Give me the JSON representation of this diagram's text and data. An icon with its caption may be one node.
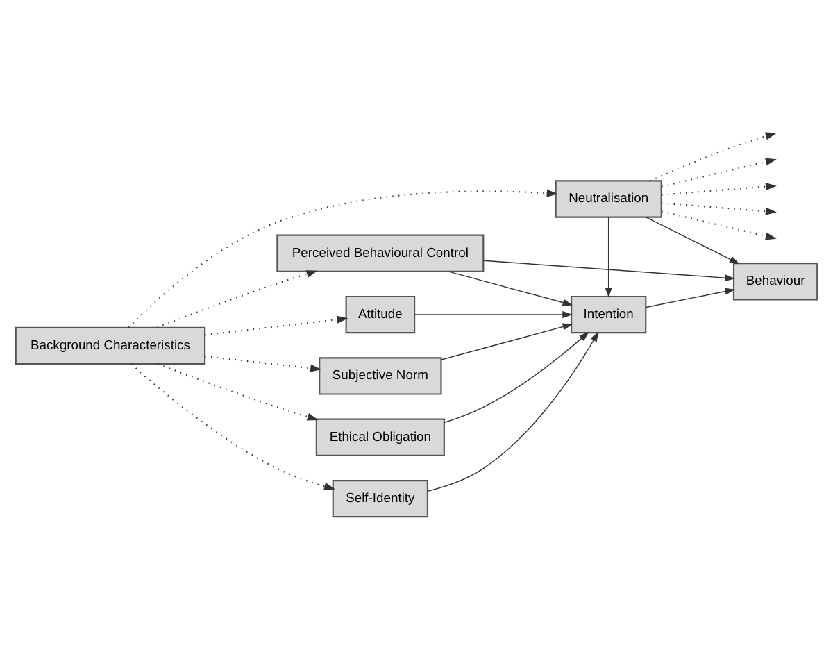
{
  "diagram": {
    "nodes": [
      {
        "text": [
          "Perceived Behavioural Control"
        ]
      },
      {
        "text": [
          "Attitude"
        ]
      },
      {
        "text": [
          "Subjective Norm"
        ]
      },
      {
        "text": [
          "Ethical Obligation"
        ]
      },
      {
        "text": [
          "Self-Identity"
        ]
      },
      {
        "text": [
          "Intention"
        ]
      },
      {
        "text": [
          "Behaviour"
        ]
      },
      {
        "text": [
          "Neutralisation"
        ]
      },
      {
        "text": [
          "Background Characteristics"
        ]
      }
    ],
    "edges": [
      {
        "from": 8,
        "to": 0,
        "arrow": "to",
        "style": "dashed"
      },
      {
        "from": 8,
        "to": 1,
        "arrow": "to",
        "style": "dashed"
      },
      {
        "from": 8,
        "to": 2,
        "arrow": "to",
        "style": "dashed"
      },
      {
        "from": 8,
        "to": 3,
        "arrow": "to",
        "style": "dashed"
      },
      {
        "from": 8,
        "to": 4,
        "arrow": "to",
        "style": "dashed"
      },
      {
        "from": 8,
        "to": 7,
        "arrow": "to",
        "style": "dashed"
      },
      {
        "from": 0,
        "to": 5,
        "arrow": "to"
      },
      {
        "from": 0,
        "to": 6,
        "arrow": "to"
      },
      {
        "from": 1,
        "to": 5,
        "arrow": "to"
      },
      {
        "from": 2,
        "to": 5,
        "arrow": "to"
      },
      {
        "from": 3,
        "to": 5,
        "arrow": "to"
      },
      {
        "from": 4,
        "to": 5,
        "arrow": "to"
      },
      {
        "from": 5,
        "to": 6,
        "arrow": "to"
      },
      {
        "from": 7,
        "to": 5,
        "arrow": "to"
      },
      {
        "from": 7,
        "to": 6,
        "arrow": "to"
      },
      {
        "from": 7,
        "to": null,
        "arrow": "to",
        "style": "dashed"
      },
      {
        "from": 7,
        "to": null,
        "arrow": "to",
        "style": "dashed"
      },
      {
        "from": 7,
        "to": null,
        "arrow": "to",
        "style": "dashed"
      },
      {
        "from": 7,
        "to": null,
        "arrow": "to",
        "style": "dashed"
      },
      {
        "from": 7,
        "to": null,
        "arrow": "to",
        "style": "dashed"
      }
    ]
  }
}
